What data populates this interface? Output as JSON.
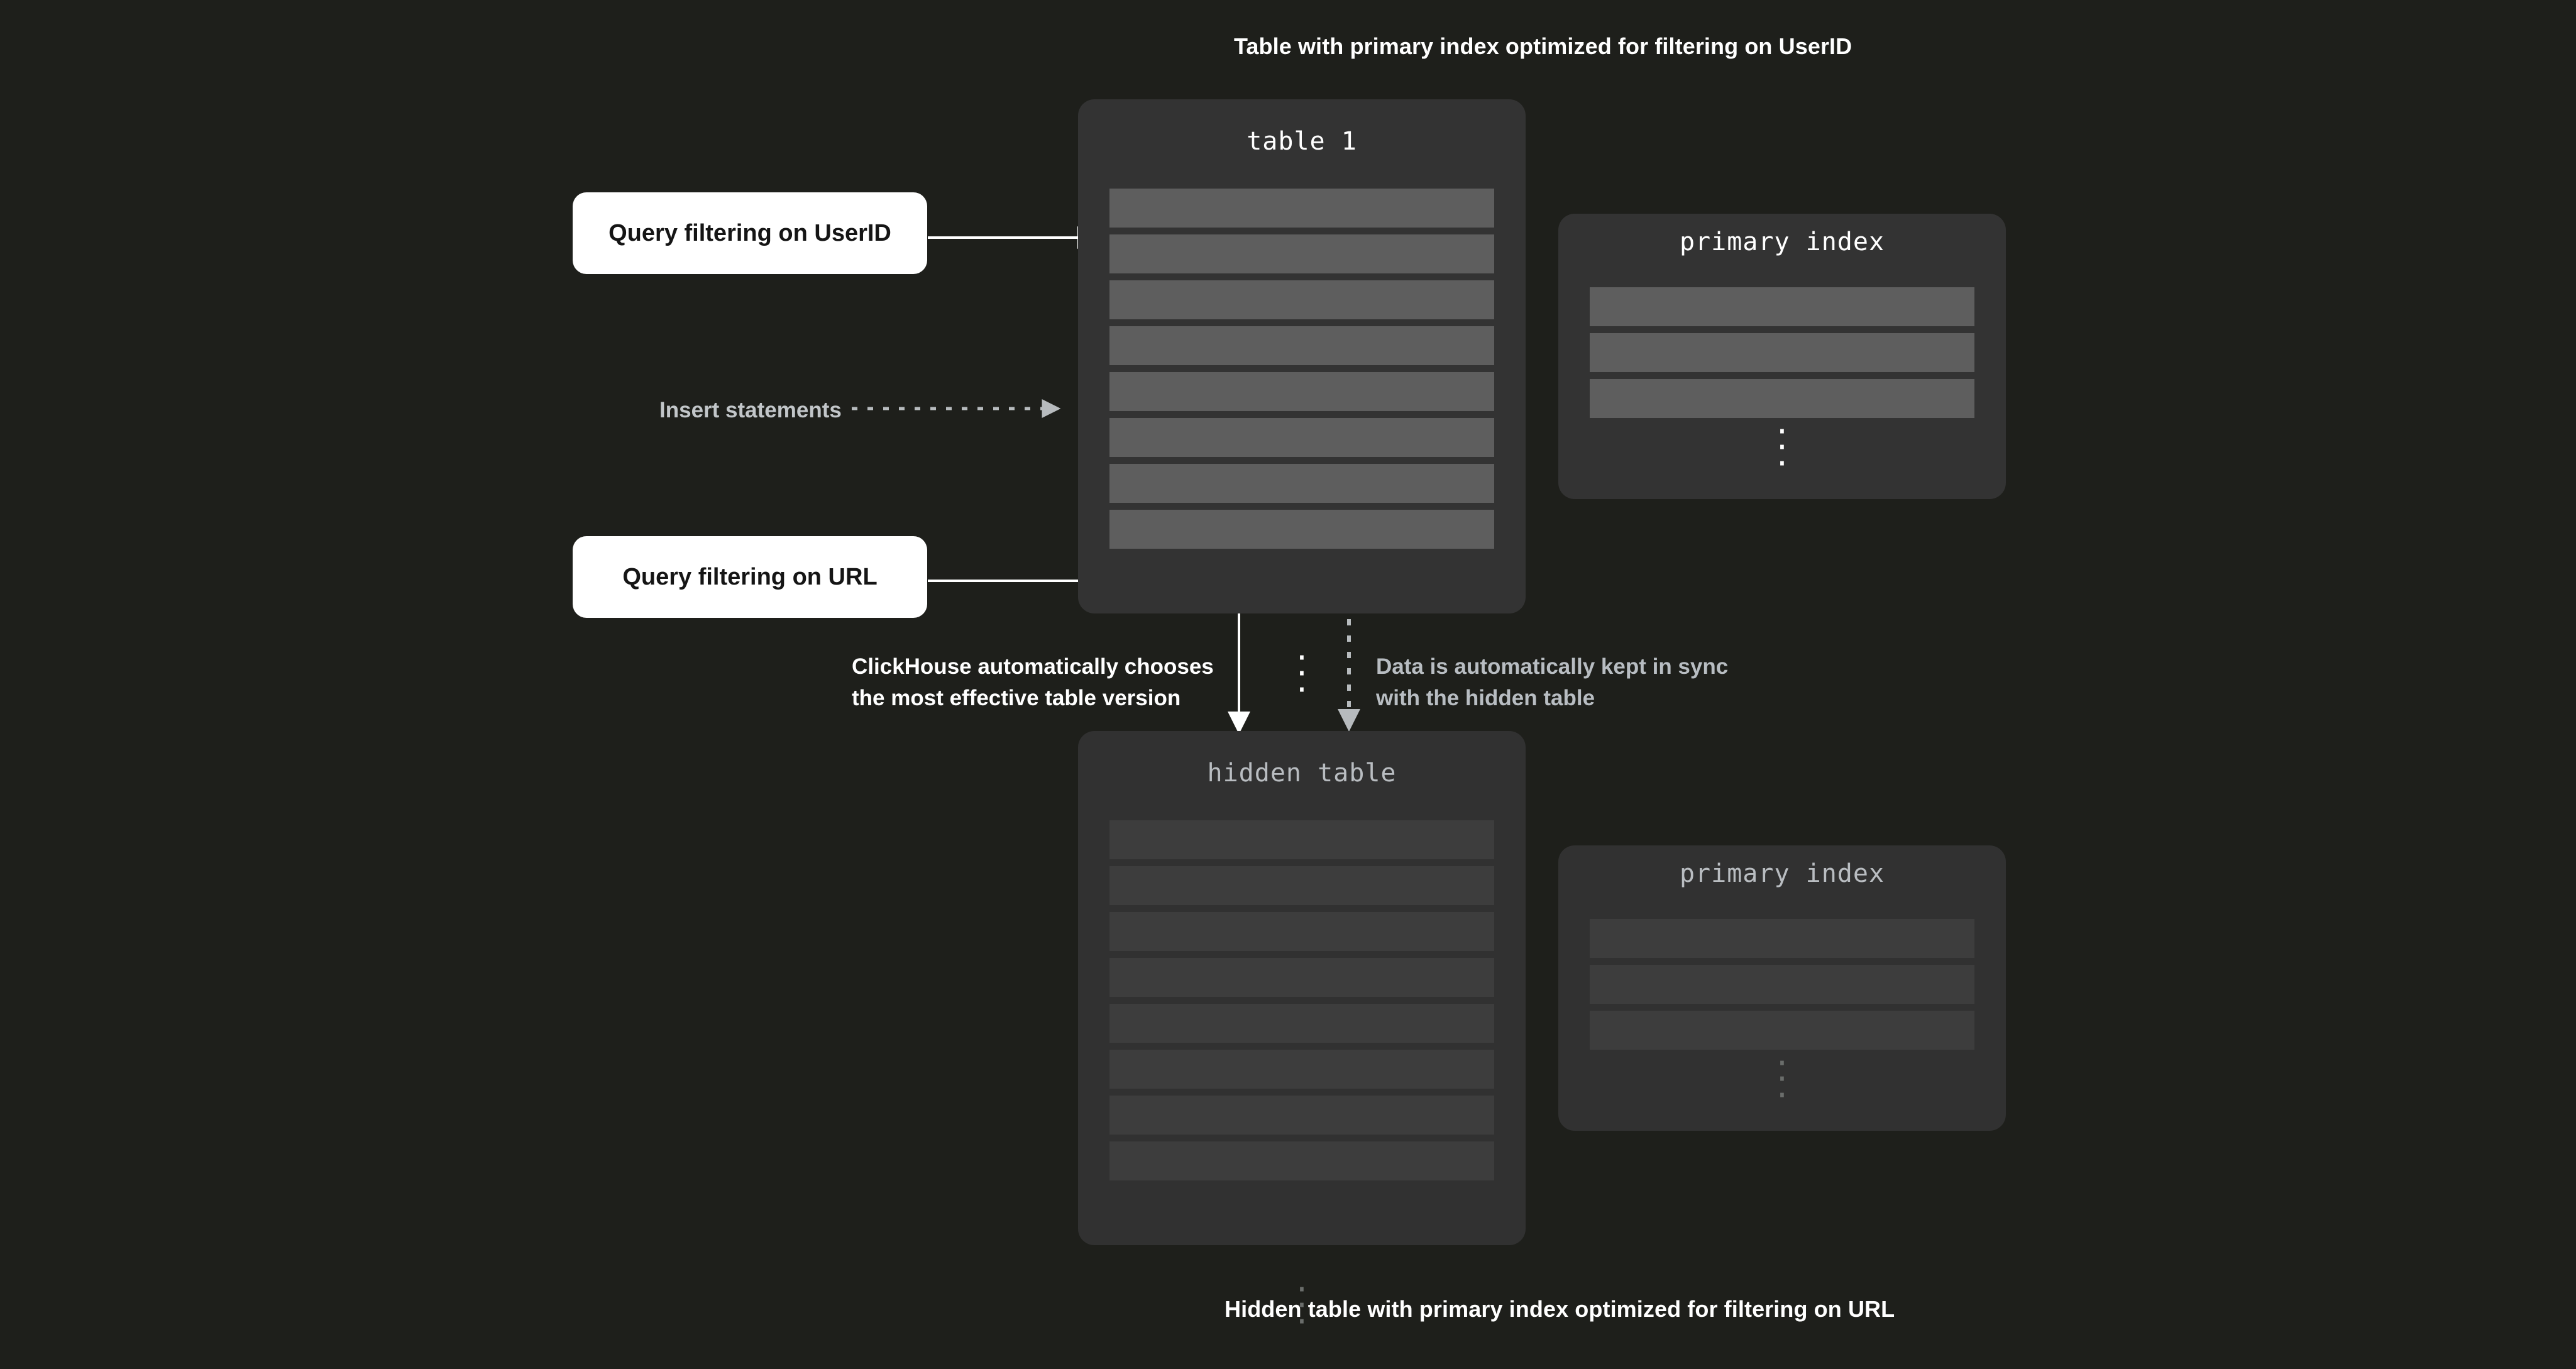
{
  "captions": {
    "top": "Table with primary index optimized for filtering on UserID",
    "bottom": "Hidden table with primary index optimized for filtering on URL"
  },
  "cards": {
    "table1": {
      "title": "table 1",
      "rows": 8,
      "ellipsis": "vertical-ellipsis",
      "row_color": "#5e5e5e",
      "bg_color": "#333333",
      "title_color": "#ffffff"
    },
    "index_top": {
      "title": "primary index",
      "rows": 3,
      "ellipsis": "vertical-ellipsis",
      "row_color": "#5e5e5e",
      "bg_color": "#333333",
      "title_color": "#ffffff"
    },
    "hidden_table": {
      "title": "hidden table",
      "rows": 8,
      "ellipsis": "vertical-ellipsis",
      "row_color": "#3d3d3d",
      "bg_color": "#313131",
      "title_color": "#b9bdc1"
    },
    "index_bottom": {
      "title": "primary index",
      "rows": 3,
      "ellipsis": "vertical-ellipsis",
      "row_color": "#3d3d3d",
      "bg_color": "#313131",
      "title_color": "#b9bdc1"
    }
  },
  "query_boxes": {
    "userid": "Query filtering on UserID",
    "url": "Query filtering on URL"
  },
  "annotations": {
    "insert_statements": "Insert statements",
    "clickhouse_chooses": "ClickHouse automatically chooses\nthe most effective table version",
    "data_in_sync": "Data is automatically kept in sync\nwith the hidden table"
  },
  "colors": {
    "background": "#1e1f1b",
    "white": "#ffffff",
    "muted_text": "#b8bdc2",
    "dashed_arrow": "#b7bbbe",
    "solid_arrow": "#ffffff"
  }
}
